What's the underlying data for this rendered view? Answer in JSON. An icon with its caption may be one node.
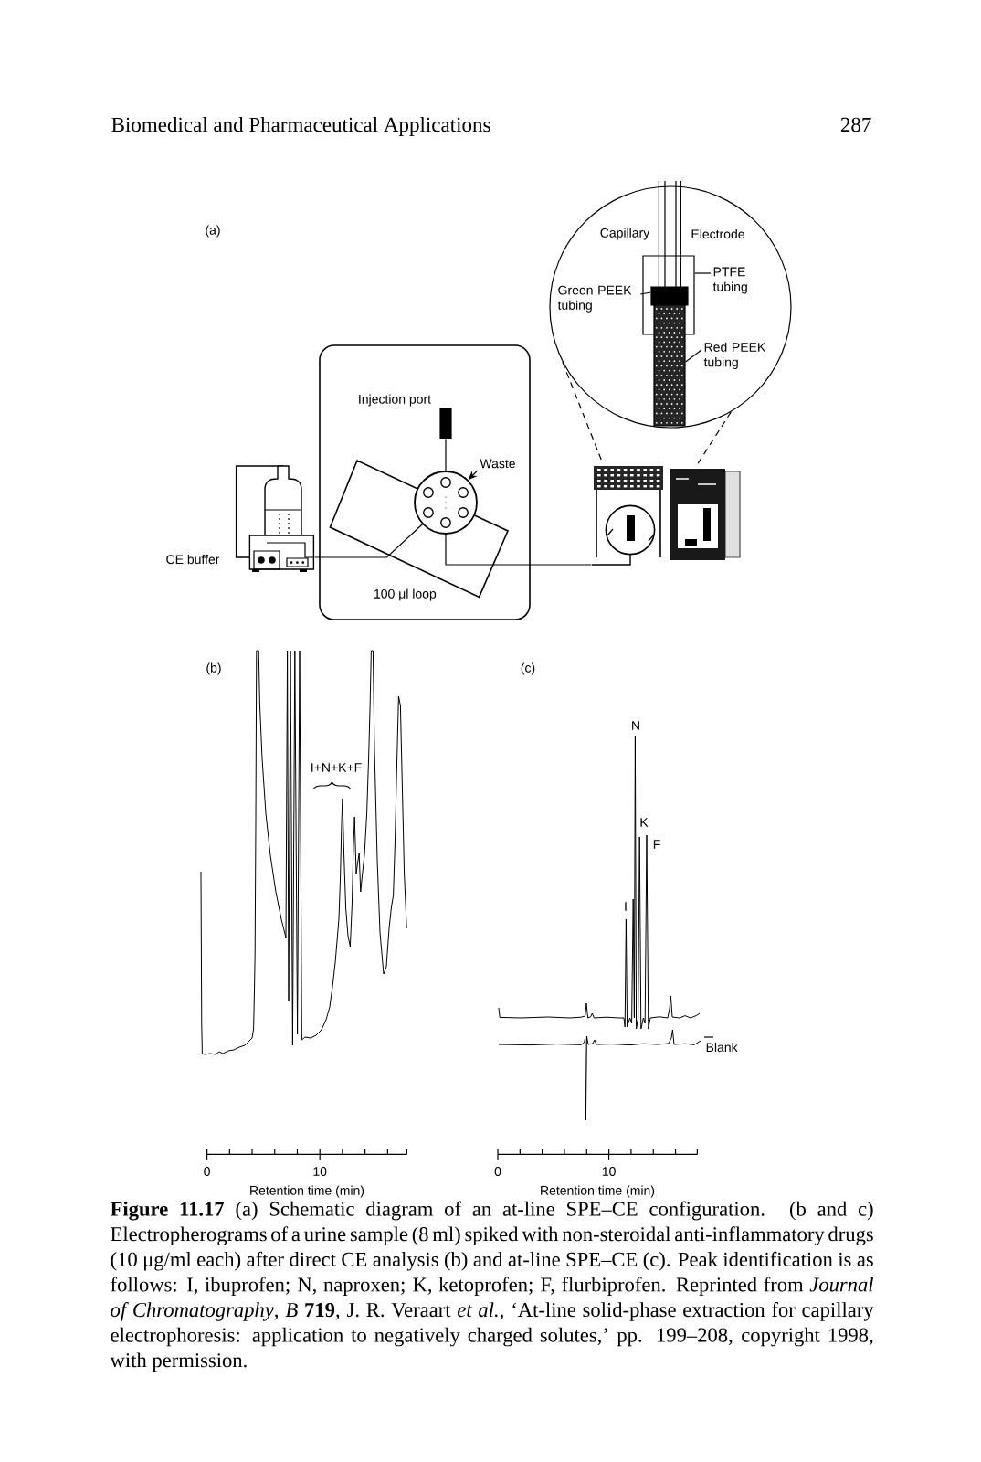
{
  "diagram": {
    "caption": "**Figure 11.17** (a) Schematic diagram of an at-line SPE–CE configuration. (b and c) Electropherograms of a urine sample (8 ml) spiked with non-steroidal anti-inflammatory drugs (10 μg/ml each) after direct CE analysis (b) and at-line SPE–CE (c). Peak identification is as follows: I, ibuprofen; N, naproxen; K, ketoprofen; F, flurbiprofen. Reprinted from *Journal of Chromatography*, *B* **719**, J. R. Veraart *et al.*, ‘At-line solid-phase extraction for capillary electrophoresis: application to negatively charged solutes,’ pp. 199–208, copyright 1998, with permission.",
    "nodes": [
      {
        "text": [],
        "shape": "circle"
      },
      {
        "text": [],
        "shape": "box",
        "in": 0
      },
      {
        "text": [],
        "shape": "box",
        "in": 1
      },
      {
        "text": [],
        "shape": "box",
        "in": 0
      },
      {
        "text": [
          "PTFE tubing"
        ],
        "in": 0
      },
      {
        "text": [
          "Green PEEK tubing"
        ],
        "in": 0
      },
      {
        "text": [
          "Red PEEK tubing"
        ],
        "in": 0
      },
      {
        "text": [],
        "shape": "box"
      },
      {
        "text": [],
        "shape": "bar",
        "in": 7,
        "beside": [
          "Injection port"
        ]
      },
      {
        "text": [
          "Waste"
        ],
        "in": 7
      },
      {
        "text": [],
        "shape": "circle",
        "in": 7
      },
      {
        "text": [],
        "shape": "picture"
      },
      {
        "text": [],
        "shape": "picture",
        "beside": [
          "CE buffer"
        ]
      }
    ],
    "edges": [
      {
        "from": 0,
        "to": 11,
        "arrow": "none",
        "style": "dashed"
      },
      {
        "from": 0,
        "to": 11,
        "arrow": "none",
        "style": "dashed"
      },
      {
        "from": 4,
        "to": 1,
        "arrow": "none"
      },
      {
        "from": 5,
        "to": 2,
        "arrow": "none"
      },
      {
        "from": 6,
        "to": 3,
        "arrow": "none"
      },
      {
        "from": 8,
        "to": 10,
        "arrow": "none"
      },
      {
        "from": 9,
        "to": 10,
        "arrow": "to"
      },
      {
        "from": 12,
        "to": 10,
        "arrow": "none"
      },
      {
        "from": 10,
        "to": 11,
        "arrow": "none"
      }
    ],
    "labels": [
      "Biomedical and Pharmaceutical Applications",
      "287",
      "(a)",
      "Capillary",
      "Electrode",
      "100 μl loop",
      "(b)",
      "(c)",
      "N",
      "I+N+K+F",
      "K",
      "F",
      "I",
      "Blank",
      "0",
      "10",
      "Retention time (min)",
      "0",
      "10",
      "Retention time (min)"
    ]
  }
}
